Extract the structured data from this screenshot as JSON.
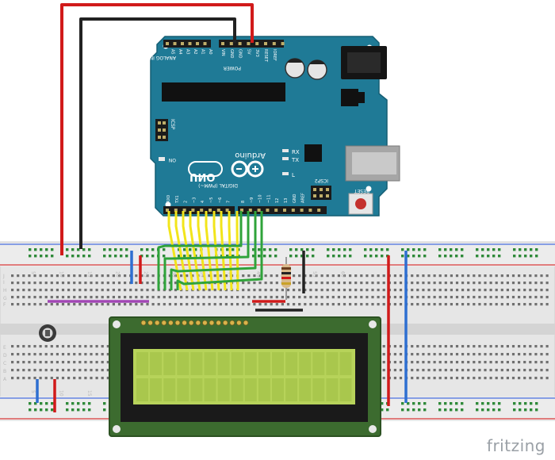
{
  "app": {
    "brand": "fritzing"
  },
  "arduino": {
    "model": "UNO",
    "logo_text": "Arduino",
    "analog_header": "ANALOG IN",
    "analog_pins": [
      "A0",
      "A1",
      "A2",
      "A3",
      "A4",
      "A5"
    ],
    "power_header": "POWER",
    "power_pins": [
      "VIN",
      "GND",
      "GND",
      "5V",
      "3V3",
      "RESET",
      "IOREF"
    ],
    "digital_header": "DIGITAL (PWM~)",
    "digital_pins": [
      "RX0",
      "TX1",
      "2",
      "~3",
      "4",
      "~5",
      "~6",
      "7",
      "8",
      "~9",
      "~10",
      "~11",
      "12",
      "13",
      "GND",
      "AREF"
    ],
    "icsp_label": "ICSP",
    "icsp2_label": "ICSP2",
    "on_label": "ON",
    "rx_label": "RX",
    "tx_label": "TX",
    "l_label": "L",
    "reset_label": "RESET"
  },
  "breadboard": {
    "row_letters_top": [
      "J",
      "I",
      "H",
      "G",
      "F"
    ],
    "row_letters_bottom": [
      "E",
      "D",
      "C",
      "B",
      "A"
    ],
    "column_numbers": [
      "5",
      "10",
      "15",
      "20",
      "25",
      "30",
      "35",
      "40",
      "45",
      "50",
      "55",
      "60"
    ]
  },
  "lcd": {
    "type": "16x2 LCD",
    "pin_count": 16
  },
  "colors": {
    "board": "#1f7a96",
    "red_wire": "#d11a1a",
    "black_wire": "#222222",
    "yellow_wire": "#f2e51b",
    "green_wire": "#2fa33a",
    "blue_wire": "#2e6fd1",
    "purple_wire": "#a246b5",
    "lcd_screen": "#b7d35a",
    "lcd_pcb": "#3c6b2f"
  }
}
